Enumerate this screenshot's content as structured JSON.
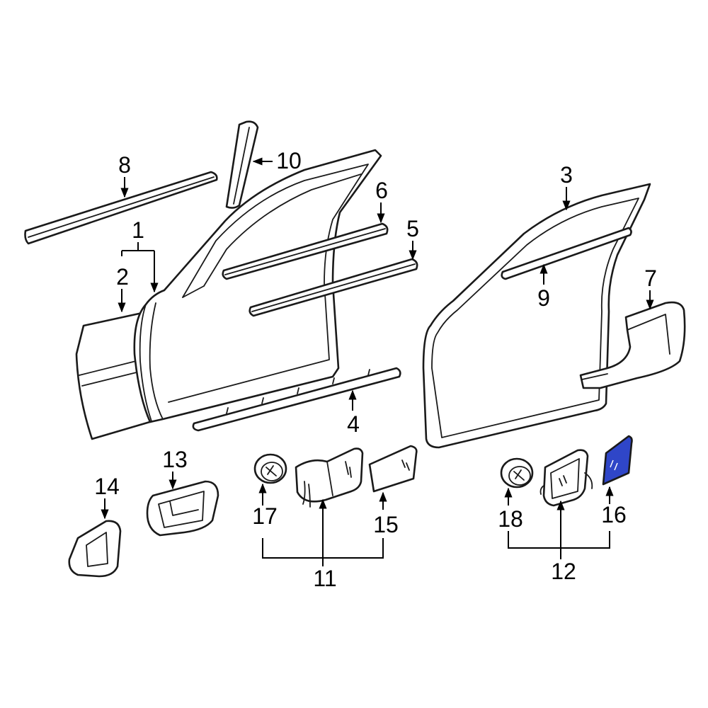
{
  "diagram": {
    "highlight_color": "#2f46c8",
    "line_color": "#1a1a1a",
    "callouts": {
      "c1": "1",
      "c2": "2",
      "c3": "3",
      "c4": "4",
      "c5": "5",
      "c6": "6",
      "c7": "7",
      "c8": "8",
      "c9": "9",
      "c10": "10",
      "c11": "11",
      "c12": "12",
      "c13": "13",
      "c14": "14",
      "c15": "15",
      "c16": "16",
      "c17": "17",
      "c18": "18"
    }
  }
}
